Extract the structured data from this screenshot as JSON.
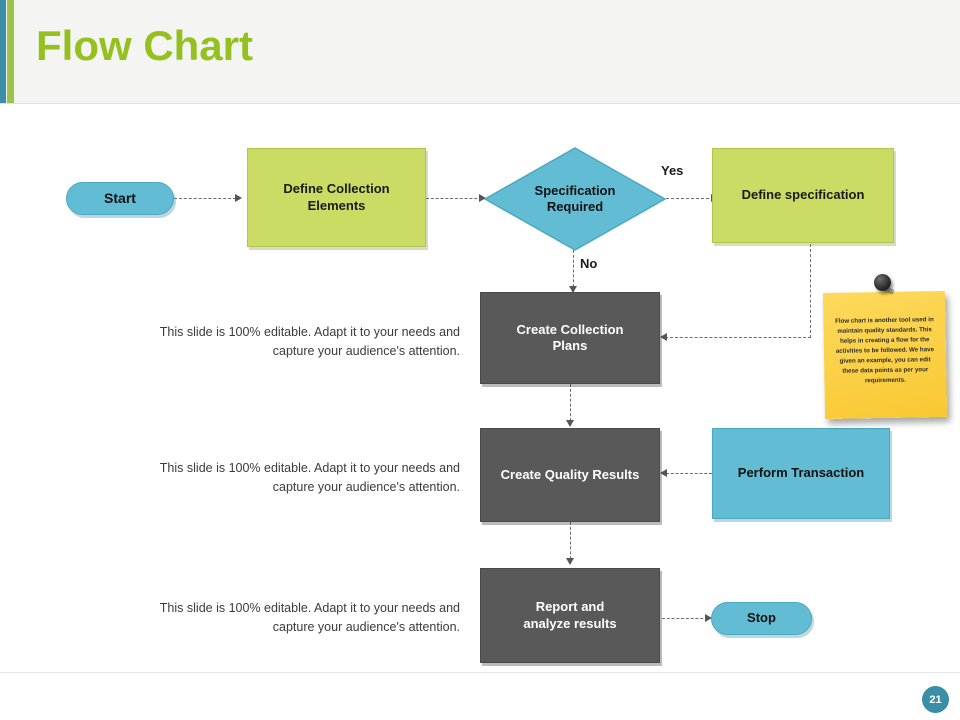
{
  "header": {
    "title": "Flow Chart",
    "accent_teal": "#3b8ea5",
    "accent_green": "#94c11e",
    "band_background": "#f4f4f2"
  },
  "footer": {
    "page_number": "21",
    "badge_color": "#3b8ea5"
  },
  "colors": {
    "green_node": "#cbdb63",
    "gray_node": "#595959",
    "teal_node": "#62bdd4",
    "sticky_yellow": "#fcd349",
    "connector": "#6b6b6b"
  },
  "flow": {
    "nodes": [
      {
        "id": "start",
        "label": "Start",
        "shape": "pill",
        "color": "teal"
      },
      {
        "id": "define-collection",
        "label": "Define Collection\nElements",
        "shape": "rect",
        "color": "green"
      },
      {
        "id": "specification",
        "label": "Specification\nRequired",
        "shape": "diamond",
        "color": "teal"
      },
      {
        "id": "define-specification",
        "label": "Define specification",
        "shape": "rect",
        "color": "green"
      },
      {
        "id": "create-collection",
        "label": "Create Collection\nPlans",
        "shape": "rect",
        "color": "gray"
      },
      {
        "id": "create-quality",
        "label": "Create Quality Results",
        "shape": "rect",
        "color": "gray"
      },
      {
        "id": "perform-transaction",
        "label": "Perform Transaction",
        "shape": "rect",
        "color": "teal"
      },
      {
        "id": "report-analyze",
        "label": "Report and\nanalyze results",
        "shape": "rect",
        "color": "gray"
      },
      {
        "id": "stop",
        "label": "Stop",
        "shape": "pill",
        "color": "teal"
      }
    ],
    "edge_labels": {
      "yes": "Yes",
      "no": "No"
    }
  },
  "side_notes": [
    "This slide is 100% editable. Adapt it to your needs and capture your audience's attention.",
    "This slide is 100% editable. Adapt it to your needs and capture your audience's attention.",
    "This slide is 100% editable. Adapt it to your needs and capture your audience's attention."
  ],
  "sticky_note": {
    "text": "Flow chart is another tool used in maintain quality standards. This helps in creating a flow for the activities to be followed. We have given an example, you can edit these data points as per your requirements."
  }
}
